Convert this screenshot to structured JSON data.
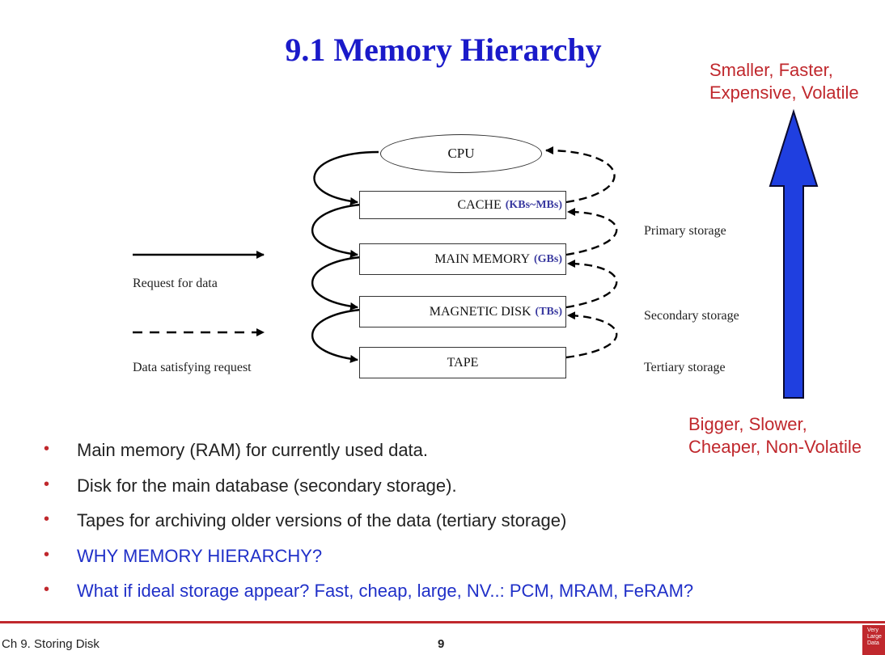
{
  "slide": {
    "title": "9.1 Memory Hierarchy",
    "top_note": [
      "Smaller, Faster,",
      "Expensive, Volatile"
    ],
    "bottom_note": [
      "Bigger, Slower,",
      "Cheaper, Non-Volatile"
    ]
  },
  "diagram": {
    "cpu": "CPU",
    "levels": [
      {
        "name": "CACHE",
        "capacity": "(KBs~MBs)"
      },
      {
        "name": "MAIN MEMORY",
        "capacity": "(GBs)"
      },
      {
        "name": "MAGNETIC DISK",
        "capacity": "(TBs)"
      },
      {
        "name": "TAPE",
        "capacity": ""
      }
    ],
    "legend": {
      "request": "Request for data",
      "satisfy": "Data satisfying request"
    },
    "storage_labels": {
      "primary": "Primary storage",
      "secondary": "Secondary storage",
      "tertiary": "Tertiary storage"
    }
  },
  "bullets": [
    {
      "text": "Main memory (RAM) for currently used data.",
      "color": "#222222"
    },
    {
      "text": "Disk for the main database (secondary storage).",
      "color": "#222222"
    },
    {
      "text": "Tapes for archiving older versions of the data (tertiary storage)",
      "color": "#222222"
    },
    {
      "text": "WHY MEMORY HIERARCHY?",
      "color": "#2030c8"
    },
    {
      "text": "What if ideal storage appear? Fast, cheap, large, NV..: PCM, MRAM, FeRAM?",
      "color": "#2030c8"
    }
  ],
  "bullet_marker": "•",
  "footer": {
    "chapter": "Ch 9. Storing Disk",
    "page": "9",
    "logo_text": [
      "Very",
      "Large",
      "Data"
    ]
  },
  "colors": {
    "title": "#1a1ac9",
    "accent_red": "#c0282d",
    "arrow_blue": "#1f3fe0"
  }
}
